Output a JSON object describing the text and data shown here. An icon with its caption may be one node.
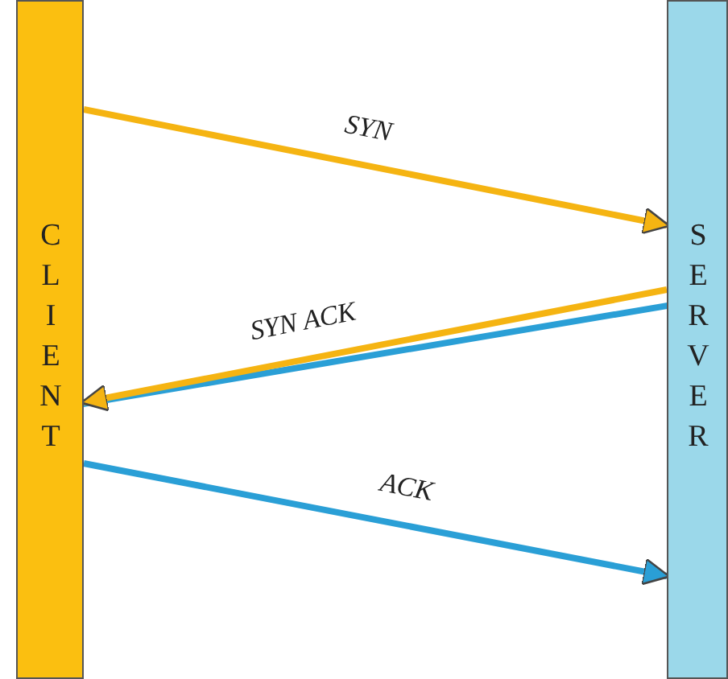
{
  "diagram": {
    "nodes": [
      {
        "text": [
          "CLIENT"
        ]
      },
      {
        "text": [
          "SERVER"
        ]
      }
    ],
    "edges": [
      {
        "from": 0,
        "to": 1,
        "arrow": "to",
        "label": "SYN",
        "color": "#f5b412"
      },
      {
        "from": 1,
        "to": 0,
        "arrow": "to",
        "label": "SYN ACK",
        "color": "#f5b412"
      },
      {
        "from": 0,
        "to": 1,
        "arrow": "to",
        "label": "ACK",
        "color": "#2a9fd6"
      }
    ]
  }
}
